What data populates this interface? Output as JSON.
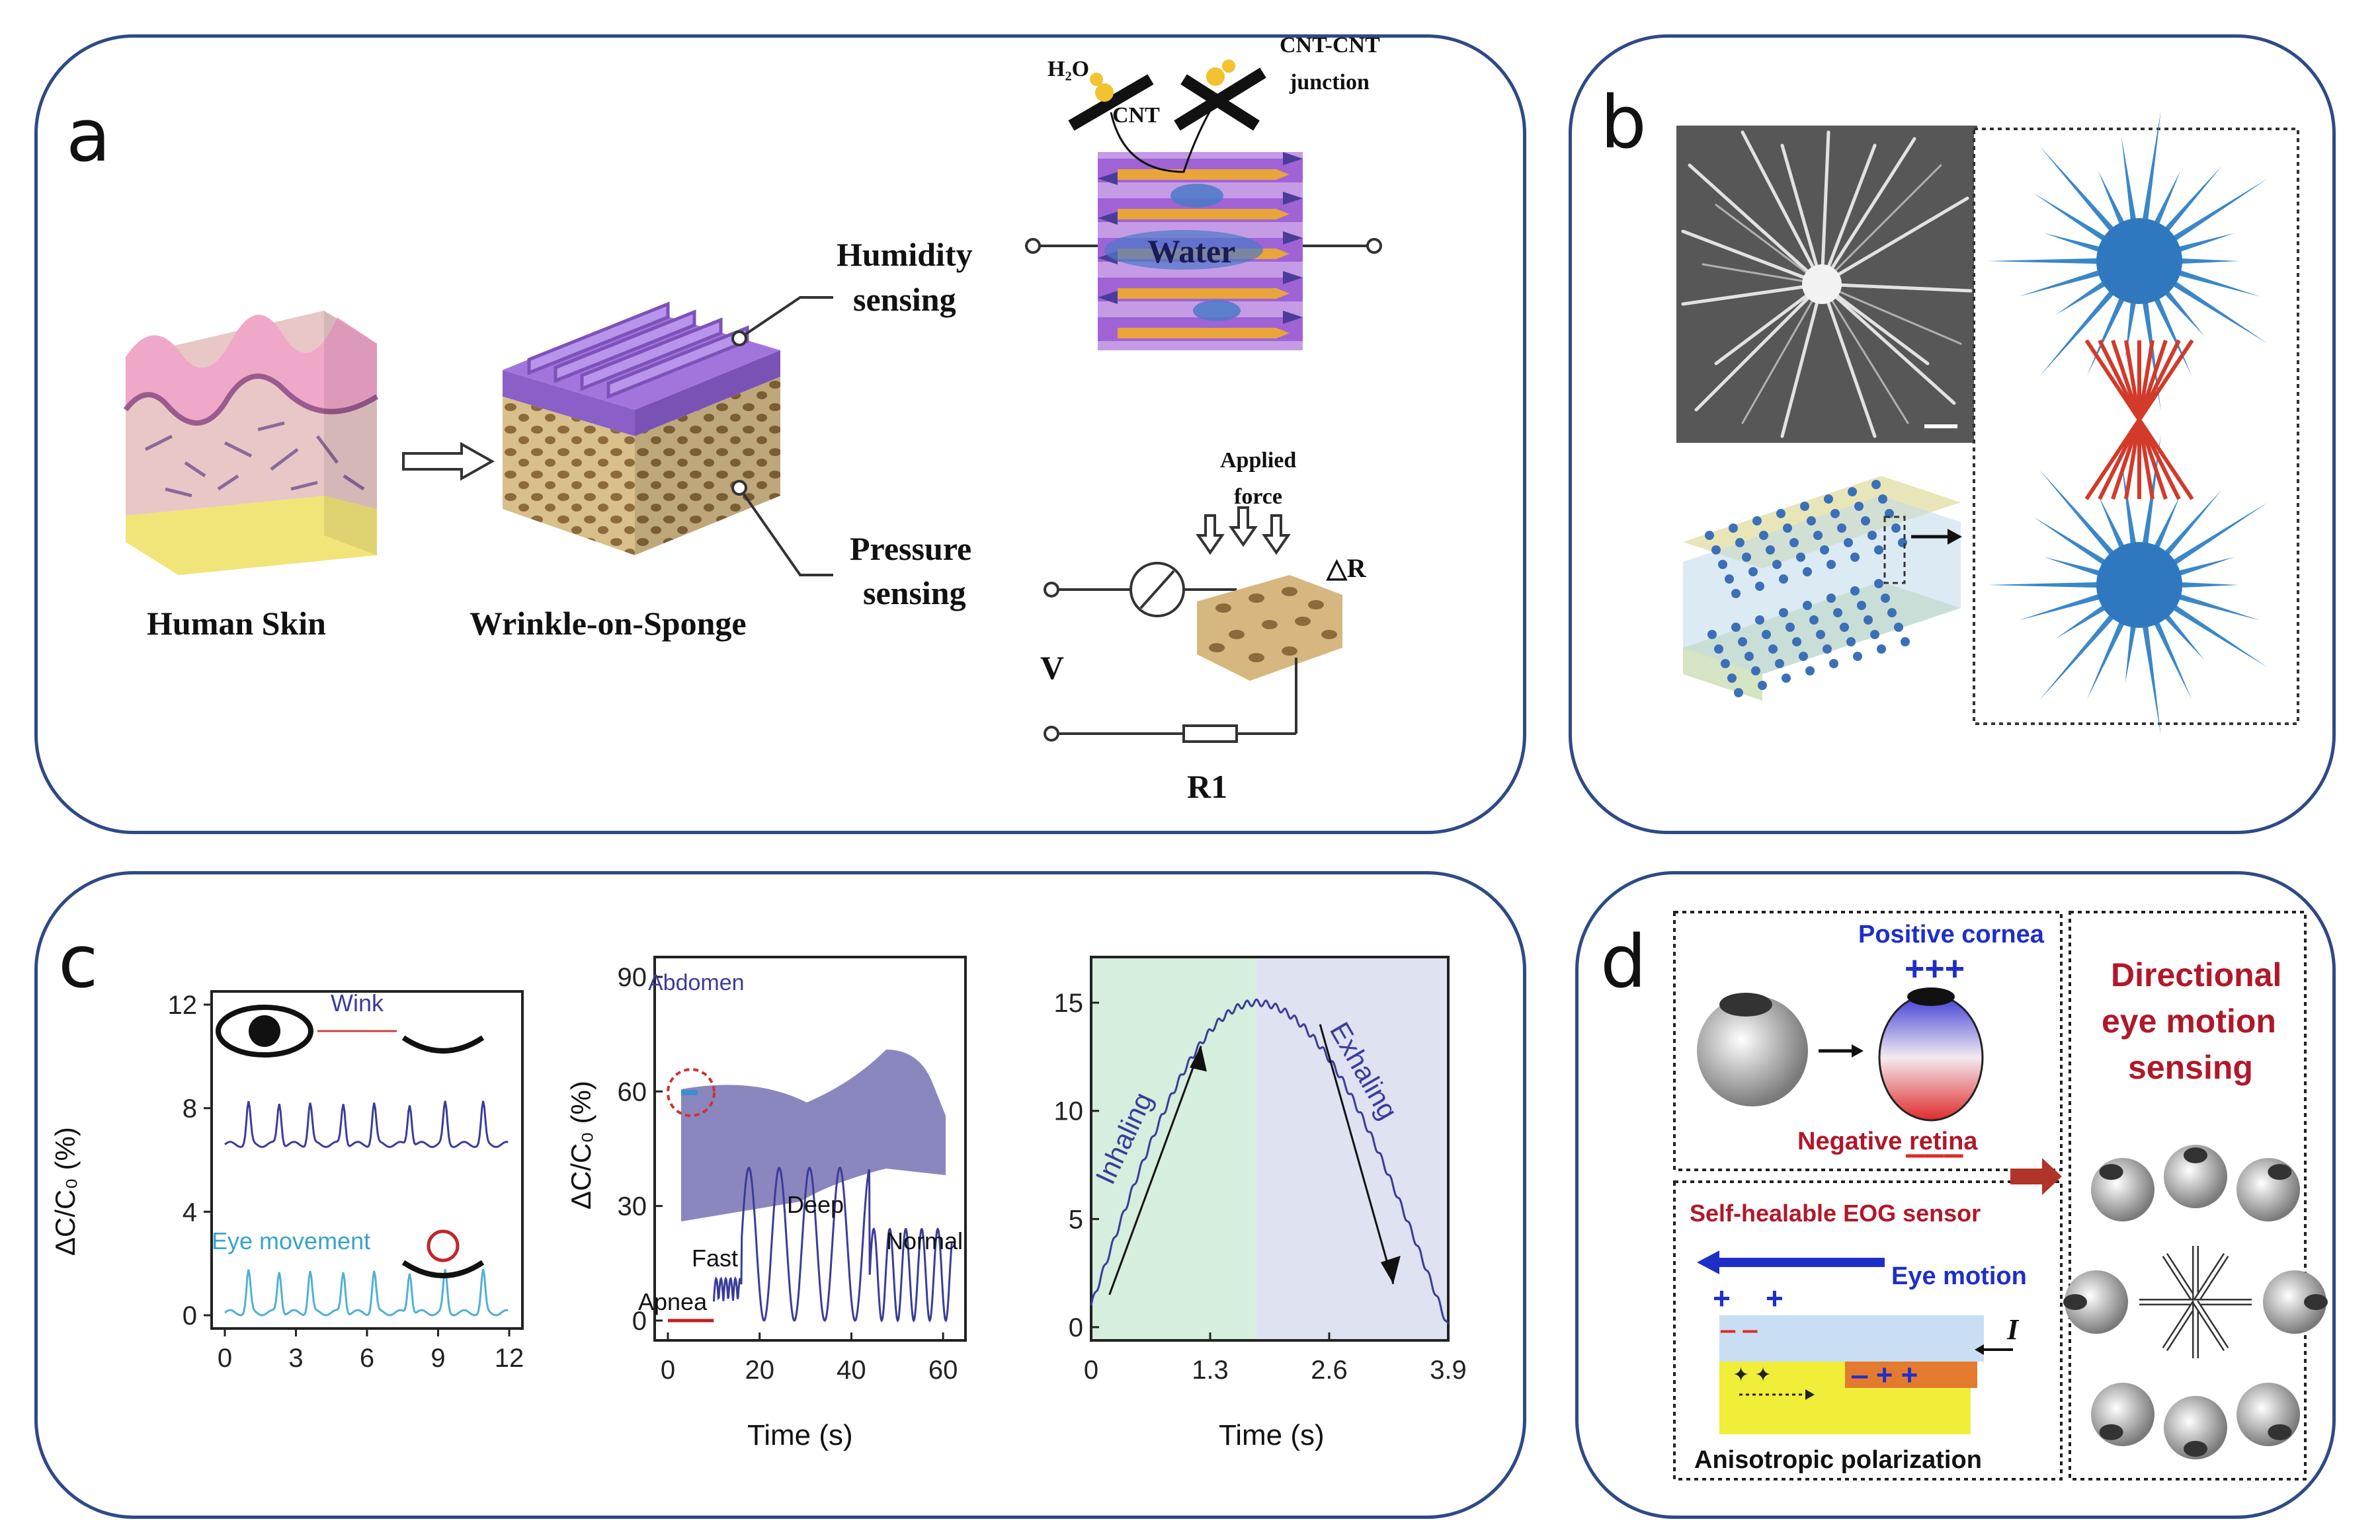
{
  "panels": {
    "a": {
      "letter": "a",
      "human_skin": "Human Skin",
      "wrinkle_on_sponge": "Wrinkle-on-Sponge",
      "humidity_sensing": [
        "Humidity",
        "sensing"
      ],
      "pressure_sensing": [
        "Pressure",
        "sensing"
      ],
      "h2o": "H₂O",
      "cnt": "CNT",
      "cnt_junction": [
        "CNT-CNT",
        "junction"
      ],
      "water": "Water",
      "applied_force": [
        "Applied",
        "force"
      ],
      "delta_r": "△R",
      "v": "V",
      "r1": "R1"
    },
    "b": {
      "letter": "b"
    },
    "c": {
      "letter": "c",
      "plot1": {
        "ylabel": "ΔC/C₀ (%)",
        "wink": "Wink",
        "eye_movement": "Eye movement",
        "yticks": [
          "12",
          "8",
          "4",
          "0"
        ],
        "xticks": [
          "0",
          "3",
          "6",
          "9",
          "12"
        ]
      },
      "plot2": {
        "ylabel": "ΔC/C₀ (%)",
        "xlabel": "Time (s)",
        "abdomen": "Abdomen",
        "apnea": "Apnea",
        "fast": "Fast",
        "deep": "Deep",
        "normal": "Normal",
        "yticks": [
          "90",
          "60",
          "30",
          "0"
        ],
        "xticks": [
          "0",
          "20",
          "40",
          "60"
        ]
      },
      "plot3": {
        "xlabel": "Time (s)",
        "inhaling": "Inhaling",
        "exhaling": "Exhaling",
        "yticks": [
          "15",
          "10",
          "5",
          "0"
        ],
        "xticks": [
          "0",
          "1.3",
          "2.6",
          "3.9"
        ]
      }
    },
    "d": {
      "letter": "d",
      "positive_cornea": "Positive cornea",
      "negative_retina": "Negative retina",
      "directional": [
        "Directional",
        "eye motion",
        "sensing"
      ],
      "self_healable": "Self-healable EOG sensor",
      "eye_motion": "Eye motion",
      "current_symbol": "I",
      "anisotropic": "Anisotropic polarization"
    }
  },
  "colors": {
    "frame": "#2d4a86",
    "sponge": "#c9a874",
    "purple_film": "#9b6fd3",
    "trace_dark": "#3a3c9a",
    "trace_light": "#4fb0d4",
    "dark_red": "#b0182a",
    "blue_text": "#1e2fc8"
  }
}
